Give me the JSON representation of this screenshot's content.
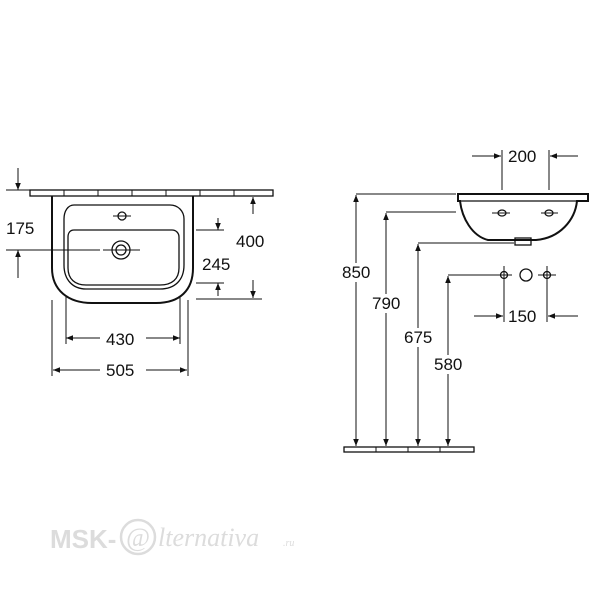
{
  "front_view": {
    "dim_width_bowl": "430",
    "dim_width_total": "505",
    "dim_height_total": "400",
    "dim_tap_offset": "175",
    "dim_waste_offset": "245"
  },
  "side_view": {
    "dim_tap_hole_spacing": "200",
    "dim_bracket_spacing": "150",
    "dim_height_850": "850",
    "dim_height_790": "790",
    "dim_height_675": "675",
    "dim_height_580": "580"
  },
  "watermark": {
    "prefix": "MSK-",
    "at_sign": "@",
    "suffix": "lternativa",
    "domain": ".ru"
  }
}
